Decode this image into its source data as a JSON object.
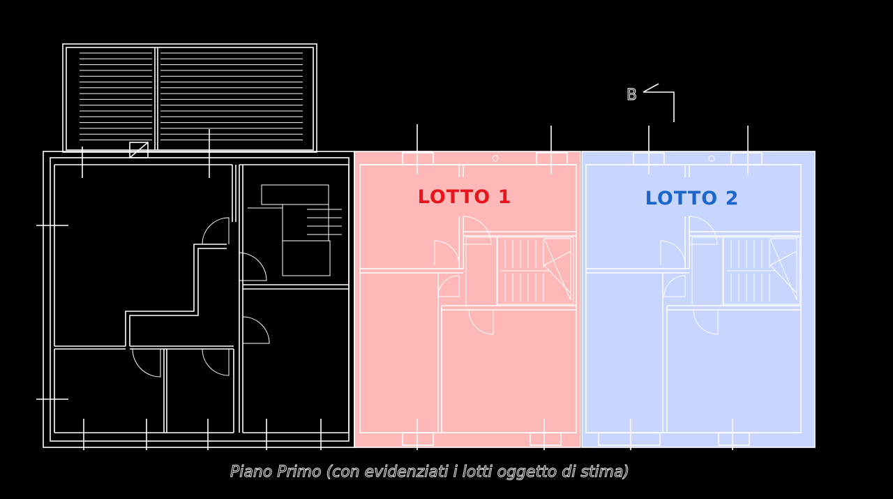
{
  "plan": {
    "lots": [
      {
        "label": "LOTTO 1",
        "fill": "#ffb8b8",
        "label_color": "#e8141b"
      },
      {
        "label": "LOTTO 2",
        "fill": "#c7d5ff",
        "label_color": "#1b66c8"
      }
    ],
    "section_marker": "B",
    "caption": "Piano Primo  (con evidenziati i lotti oggetto di stima)",
    "line_color": "#ffffff",
    "background": "#000000"
  }
}
